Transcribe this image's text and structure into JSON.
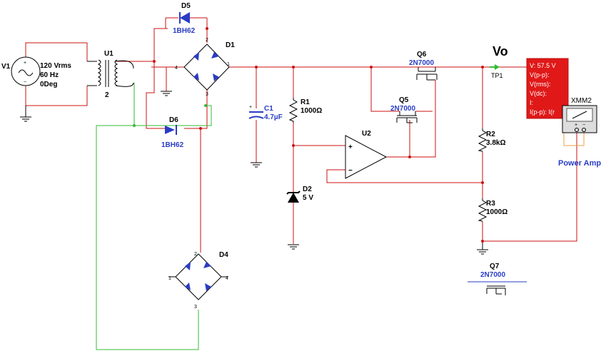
{
  "v1": {
    "name": "V1",
    "voltage": "120 Vrms",
    "freq": "60 Hz",
    "phase": "0Deg"
  },
  "u1": {
    "name": "U1",
    "pin": "2"
  },
  "d5": {
    "name": "D5",
    "model": "1BH62"
  },
  "d6": {
    "name": "D6",
    "model": "1BH62"
  },
  "d1": {
    "name": "D1",
    "pins": [
      "2",
      "4",
      "1",
      "3"
    ]
  },
  "d4": {
    "name": "D4",
    "pins": [
      "2",
      "1",
      "4",
      "3"
    ]
  },
  "c1": {
    "name": "C1",
    "value": "4.7µF"
  },
  "r1": {
    "name": "R1",
    "value": "1000Ω"
  },
  "d2": {
    "name": "D2",
    "value": "5 V"
  },
  "u2": {
    "name": "U2",
    "plus": "+",
    "minus": "−"
  },
  "q5": {
    "name": "Q5",
    "model": "2N7000"
  },
  "q6": {
    "name": "Q6",
    "model": "2N7000"
  },
  "q7": {
    "name": "Q7",
    "model": "2N7000"
  },
  "r2": {
    "name": "R2",
    "value": "3.8kΩ"
  },
  "r3": {
    "name": "R3",
    "value": "1000Ω"
  },
  "vo": {
    "label": "Vo"
  },
  "tp1": {
    "name": "TP1"
  },
  "probe": {
    "lines": [
      "V: 57.5 V",
      "V(p-p):",
      "V(rms):",
      "V(dc):",
      "I:",
      "I(p-p):   I(r"
    ],
    "color": "#e01818"
  },
  "xmm2": {
    "name": "XMM2",
    "caption": "Power Amp",
    "plus": "+",
    "minus": "−"
  }
}
